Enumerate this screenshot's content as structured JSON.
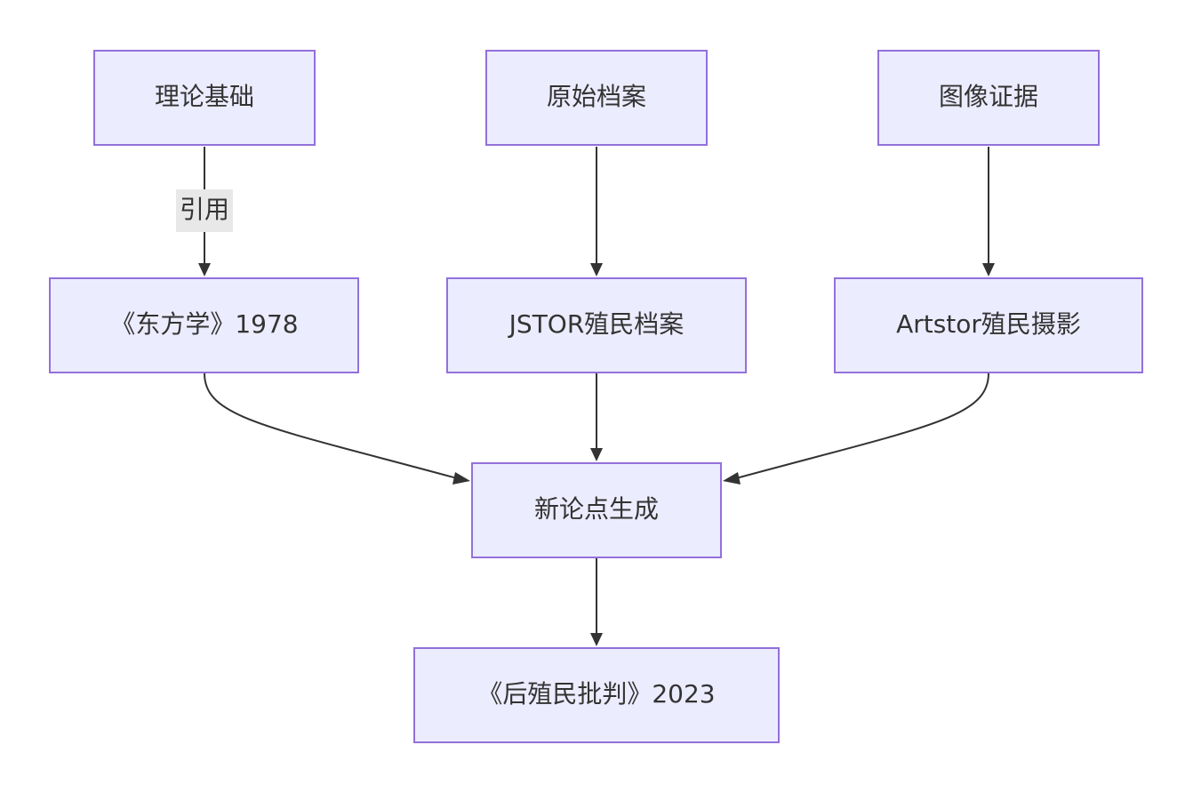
{
  "nodes": {
    "theory": "理论基础",
    "archive": "原始档案",
    "image": "图像证据",
    "orientalism": "《东方学》1978",
    "jstor": "JSTOR殖民档案",
    "artstor": "Artstor殖民摄影",
    "new_thesis": "新论点生成",
    "postcolonial": "《后殖民批判》2023"
  },
  "edges": {
    "theory_to_orientalism_label": "引用"
  },
  "colors": {
    "node_fill": "#ECECFF",
    "node_stroke": "#9370DB",
    "edge": "#333333",
    "label_bg": "#e8e8e8"
  }
}
